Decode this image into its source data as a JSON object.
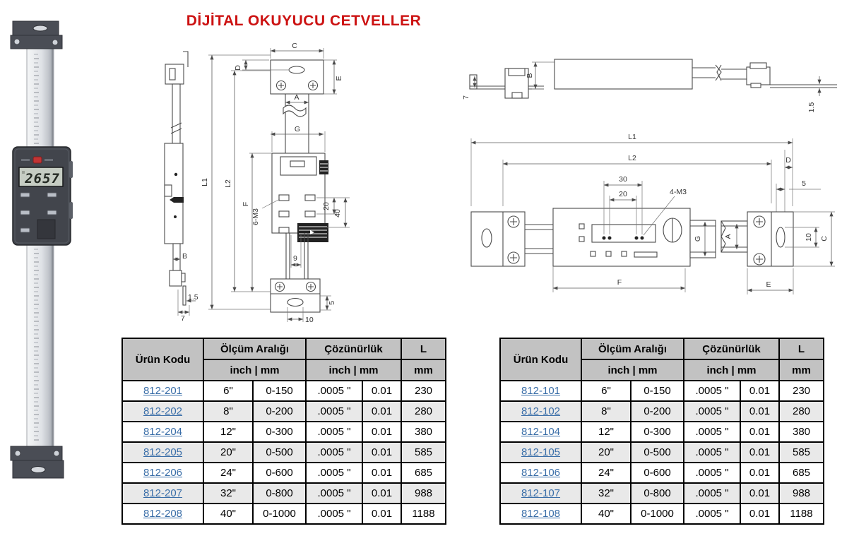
{
  "title": "DİJİTAL OKUYUCU CETVELLER",
  "photo": {
    "lcd": "2657"
  },
  "drawing_vertical": {
    "labels": {
      "c": "C",
      "d": "D",
      "e": "E",
      "a": "A",
      "g": "G",
      "l1": "L1",
      "l2": "L2",
      "f": "F",
      "m6": "6-M3",
      "n20": "20",
      "n40": "40",
      "n9": "9",
      "b": "B",
      "n15": "1.5",
      "n7": "7",
      "n5": "5",
      "n10": "10"
    }
  },
  "drawing_horizontal": {
    "labels": {
      "n7": "7",
      "b": "B",
      "n15": "1.5",
      "l1": "L1",
      "l2": "L2",
      "d": "D",
      "n5": "5",
      "n30": "30",
      "n20": "20",
      "m4": "4-M3",
      "g": "G",
      "a": "A",
      "n10": "10",
      "c": "C",
      "f": "F",
      "e": "E"
    }
  },
  "tables": {
    "header": {
      "code": "Ürün Kodu",
      "range": "Ölçüm Aralığı",
      "res": "Çözünürlük",
      "l": "L",
      "units": "inch | mm",
      "mm": "mm"
    },
    "left": {
      "rows": [
        {
          "code": "812-201",
          "range_inch": "6\"",
          "range_mm": "0-150",
          "res_inch": ".0005 \"",
          "res_mm": "0.01",
          "length": "230"
        },
        {
          "code": "812-202",
          "range_inch": "8\"",
          "range_mm": "0-200",
          "res_inch": ".0005 \"",
          "res_mm": "0.01",
          "length": "280"
        },
        {
          "code": "812-204",
          "range_inch": "12\"",
          "range_mm": "0-300",
          "res_inch": ".0005 \"",
          "res_mm": "0.01",
          "length": "380"
        },
        {
          "code": "812-205",
          "range_inch": "20\"",
          "range_mm": "0-500",
          "res_inch": ".0005 \"",
          "res_mm": "0.01",
          "length": "585"
        },
        {
          "code": "812-206",
          "range_inch": "24\"",
          "range_mm": "0-600",
          "res_inch": ".0005 \"",
          "res_mm": "0.01",
          "length": "685"
        },
        {
          "code": "812-207",
          "range_inch": "32\"",
          "range_mm": "0-800",
          "res_inch": ".0005 \"",
          "res_mm": "0.01",
          "length": "988"
        },
        {
          "code": "812-208",
          "range_inch": "40\"",
          "range_mm": "0-1000",
          "res_inch": ".0005 \"",
          "res_mm": "0.01",
          "length": "1188"
        }
      ]
    },
    "right": {
      "rows": [
        {
          "code": "812-101",
          "range_inch": "6\"",
          "range_mm": "0-150",
          "res_inch": ".0005 \"",
          "res_mm": "0.01",
          "length": "230"
        },
        {
          "code": "812-102",
          "range_inch": "8\"",
          "range_mm": "0-200",
          "res_inch": ".0005 \"",
          "res_mm": "0.01",
          "length": "280"
        },
        {
          "code": "812-104",
          "range_inch": "12\"",
          "range_mm": "0-300",
          "res_inch": ".0005 \"",
          "res_mm": "0.01",
          "length": "380"
        },
        {
          "code": "812-105",
          "range_inch": "20\"",
          "range_mm": "0-500",
          "res_inch": ".0005 \"",
          "res_mm": "0.01",
          "length": "585"
        },
        {
          "code": "812-106",
          "range_inch": "24\"",
          "range_mm": "0-600",
          "res_inch": ".0005 \"",
          "res_mm": "0.01",
          "length": "685"
        },
        {
          "code": "812-107",
          "range_inch": "32\"",
          "range_mm": "0-800",
          "res_inch": ".0005 \"",
          "res_mm": "0.01",
          "length": "988"
        },
        {
          "code": "812-108",
          "range_inch": "40\"",
          "range_mm": "0-1000",
          "res_inch": ".0005 \"",
          "res_mm": "0.01",
          "length": "1188"
        }
      ]
    }
  }
}
